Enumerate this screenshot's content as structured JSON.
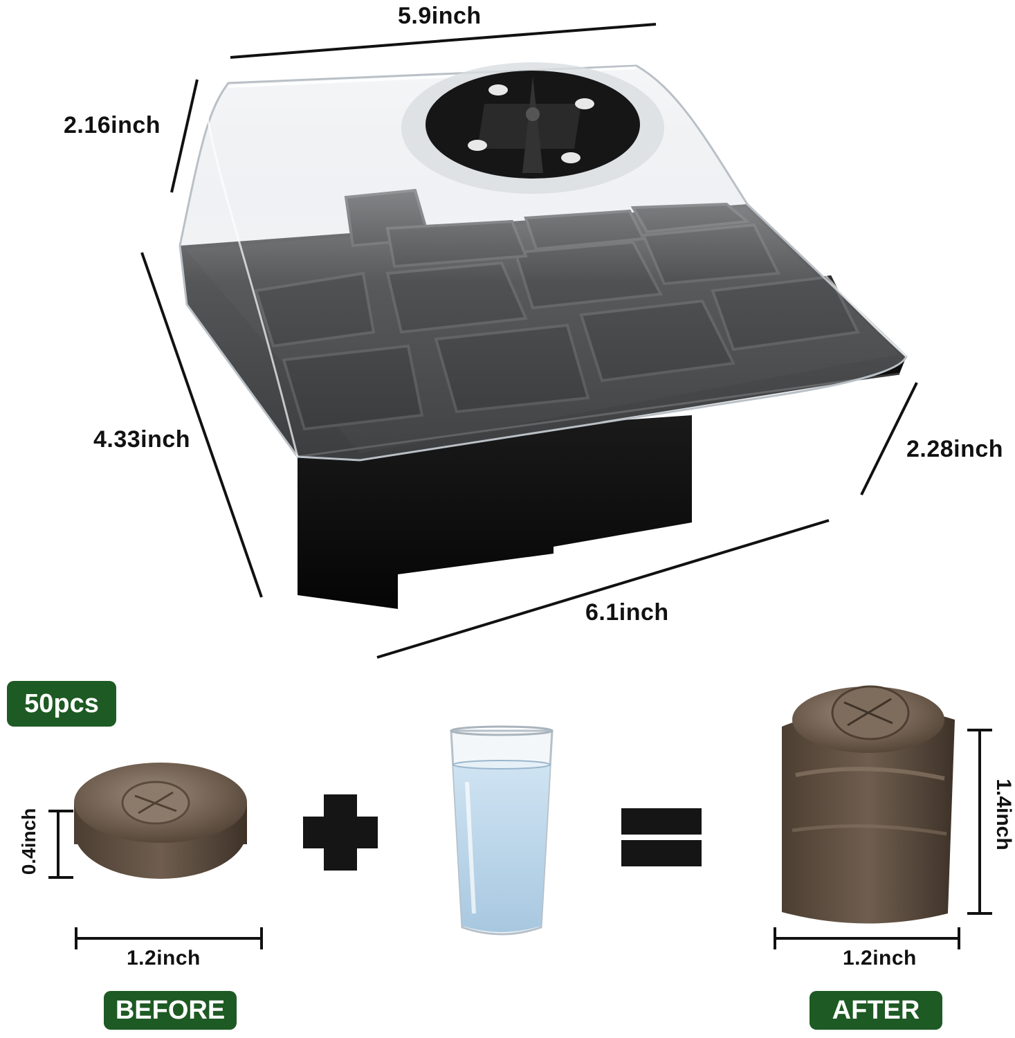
{
  "tray": {
    "top_width": "5.9inch",
    "lid_height": "2.16inch",
    "side_depth": "4.33inch",
    "tray_height": "2.28inch",
    "bottom_length": "6.1inch"
  },
  "pellets": {
    "count_badge": "50pcs",
    "before": {
      "height": "0.4inch",
      "width": "1.2inch",
      "label": "BEFORE"
    },
    "after": {
      "height": "1.4inch",
      "width": "1.2inch",
      "label": "AFTER"
    }
  },
  "colors": {
    "badge_green": "#1e5a23",
    "tray_black": "#0b0b0b",
    "peat_brown": "#6e5a48"
  }
}
